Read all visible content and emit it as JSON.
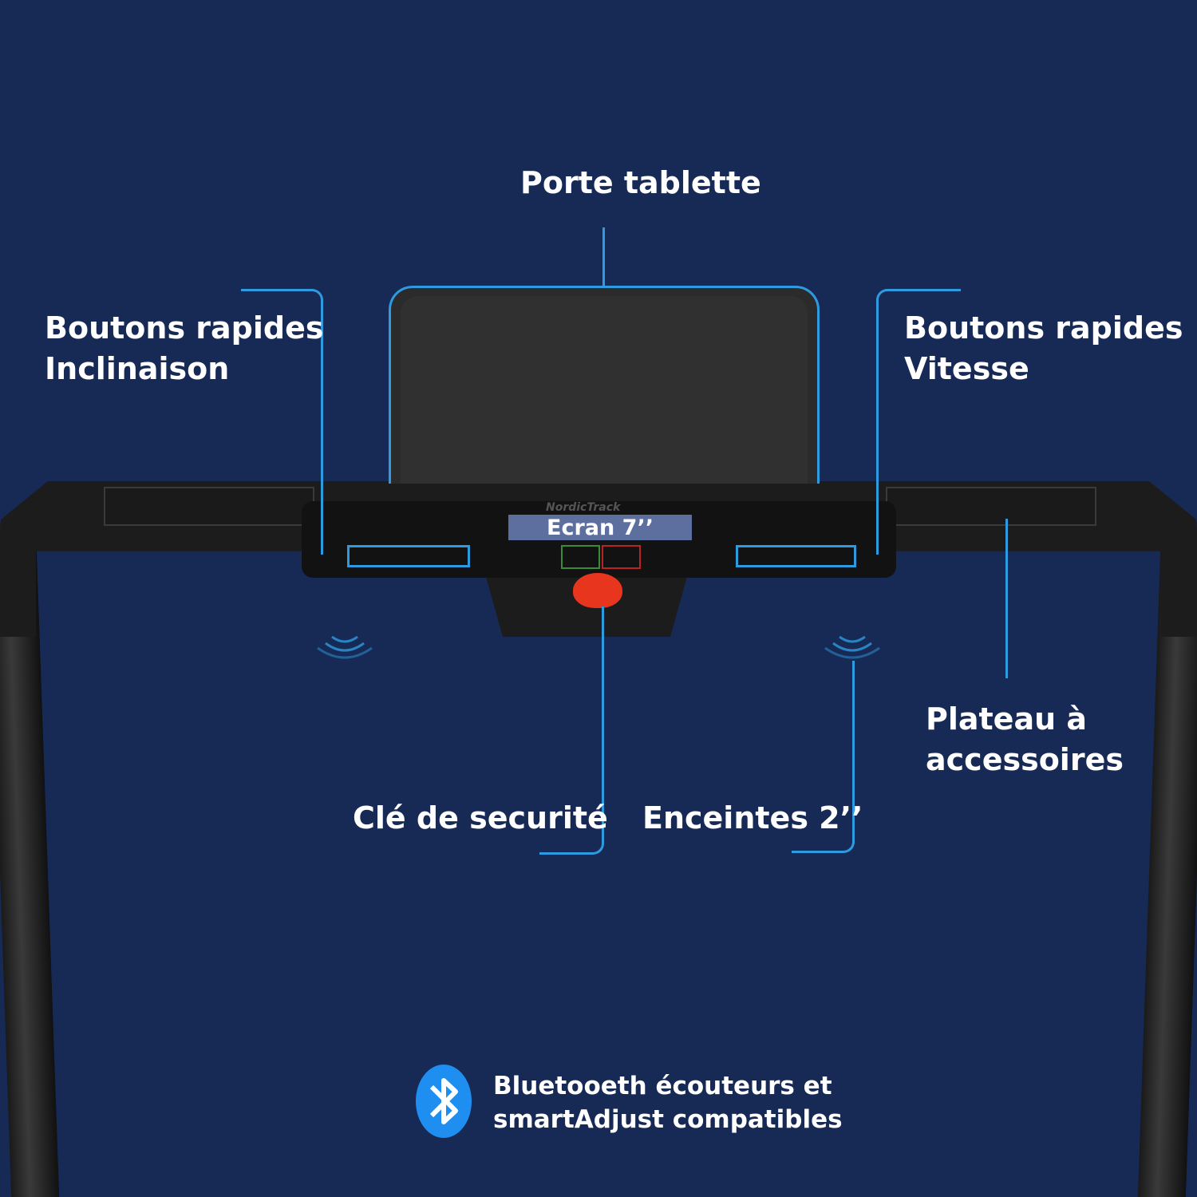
{
  "product": {
    "brand": "NordicTrack",
    "display_label": "Ecran 7’’"
  },
  "callouts": {
    "tablet_holder": "Porte tablette",
    "incline_buttons": {
      "line1": "Boutons rapides",
      "line2": "Inclinaison"
    },
    "speed_buttons": {
      "line1": "Boutons rapides",
      "line2": "Vitesse"
    },
    "accessory_tray": {
      "line1": "Plateau à",
      "line2": "accessoires"
    },
    "safety_key": "Clé de securité",
    "speakers": "Enceintes 2’’"
  },
  "footer": {
    "icon": "bluetooth-icon",
    "line1": "Bluetooeth écouteurs et",
    "line2": "smartAdjust compatibles"
  },
  "colors": {
    "background": "#172a55",
    "accent_line": "#2e9be0",
    "bluetooth": "#1e8ff0",
    "safety_key": "#e8351e"
  }
}
